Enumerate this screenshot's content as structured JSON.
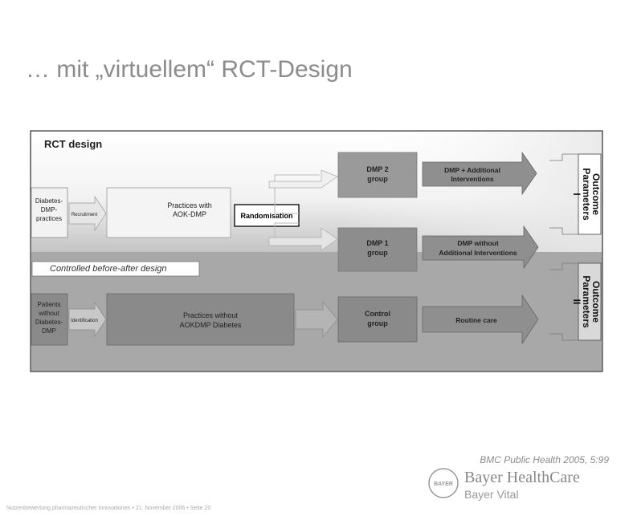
{
  "title": "… mit „virtuellem“ RCT-Design",
  "rct_design_label": "RCT design",
  "cba_label": "Controlled before-after design",
  "boxes": {
    "diabetes_dmp_practices": [
      "Diabetes-",
      "DMP-",
      "practices"
    ],
    "practices_with_aok": [
      "Practices with",
      "AOK-DMP"
    ],
    "randomisation": "Randomisation",
    "dmp2_group": [
      "DMP 2",
      "group"
    ],
    "dmp1_group": [
      "DMP 1",
      "group"
    ],
    "patients_without": [
      "Patients",
      "without",
      "Diabetes-",
      "DMP"
    ],
    "practices_without": [
      "Practices without",
      "AOKDMP Diabetes"
    ],
    "control_group": [
      "Control",
      "group"
    ]
  },
  "arrows": {
    "recruitment": "Recruitment",
    "identification": "Identification",
    "dmp_additional": [
      "DMP + Additional",
      "Interventions"
    ],
    "dmp_without": [
      "DMP without",
      "Additional Interventions"
    ],
    "routine_care": "Routine care"
  },
  "outcome_1": [
    "Outcome",
    "Parameters",
    "I"
  ],
  "outcome_2": [
    "Outcome",
    "Parameters",
    "II"
  ],
  "citation": "BMC Public Health 2005, 5:99",
  "logo": {
    "cross_text": "BAYER",
    "brand": "Bayer HealthCare",
    "sub": "Bayer Vital"
  },
  "footer": "Nutzenbewertung pharmazeutischer Innovationen • 21. November 2006 • Seite 20"
}
